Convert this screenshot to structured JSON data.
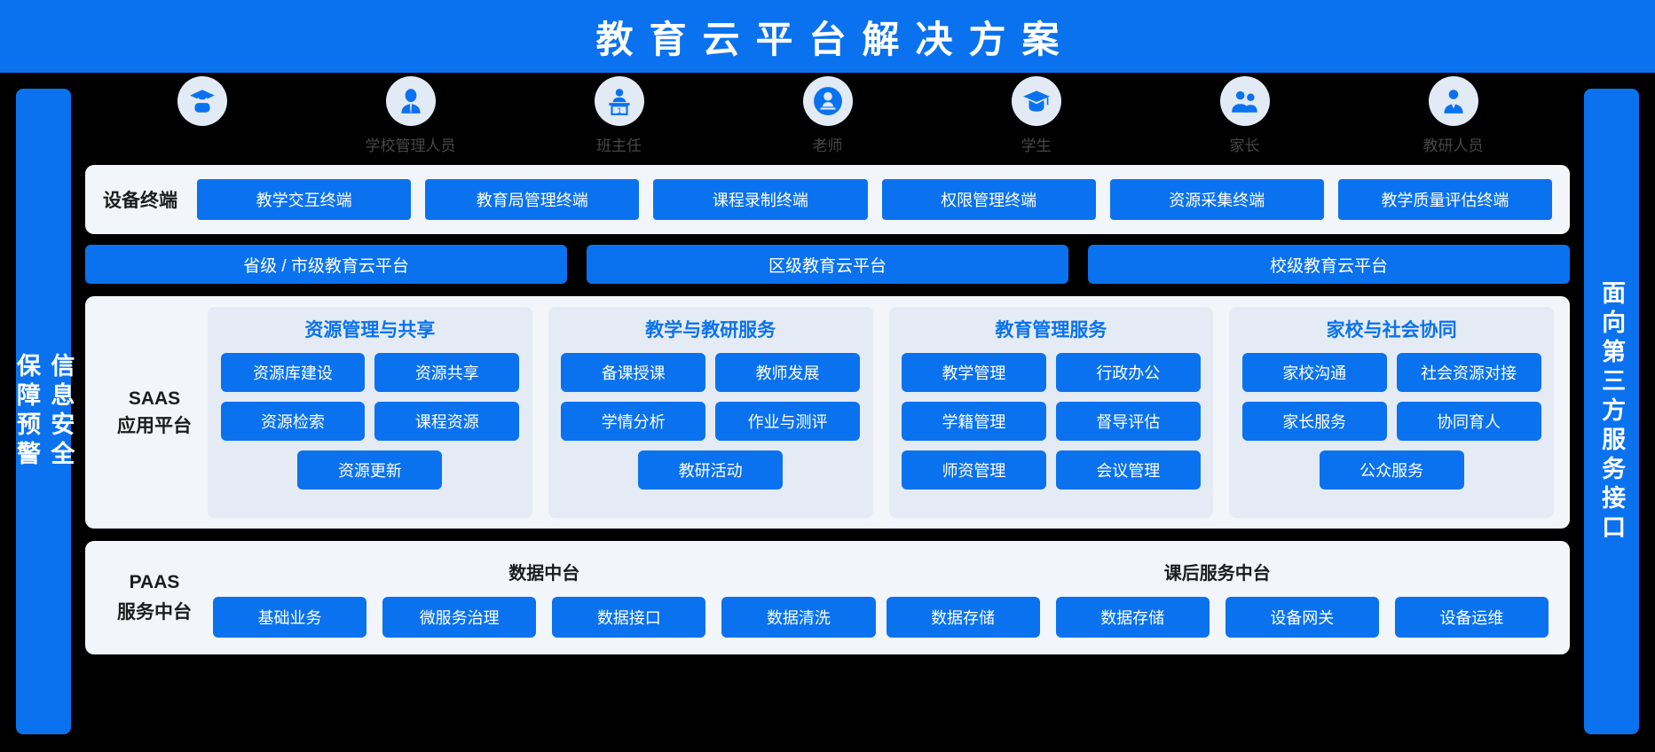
{
  "header": {
    "title": "教育云平台解决方案"
  },
  "sidebars": {
    "left": {
      "name": "信息安全保障预警",
      "text": "信息安全\n保障预警",
      "color": "#0a72ef"
    },
    "right": {
      "name": "面向第三方服务接口",
      "text": "面向第三方服务接口",
      "color": "#0a72ef"
    }
  },
  "roles": [
    {
      "label": "",
      "icon": "graduate-person-icon"
    },
    {
      "label": "学校管理人员",
      "icon": "manager-person-icon"
    },
    {
      "label": "班主任",
      "icon": "teacher-podium-icon"
    },
    {
      "label": "老师",
      "icon": "teacher-person-icon"
    },
    {
      "label": "学生",
      "icon": "graduation-cap-icon"
    },
    {
      "label": "家长",
      "icon": "parents-group-icon"
    },
    {
      "label": "教研人员",
      "icon": "researcher-person-icon"
    }
  ],
  "device_row": {
    "label": "设备终端",
    "items": [
      "教学交互终端",
      "教育局管理终端",
      "课程录制终端",
      "权限管理终端",
      "资源采集终端",
      "教学质量评估终端"
    ]
  },
  "platform_row": {
    "items": [
      "省级 / 市级教育云平台",
      "区级教育云平台",
      "校级教育云平台"
    ]
  },
  "saas": {
    "label": "SAAS\n应用平台",
    "groups": [
      {
        "title": "资源管理与共享",
        "items": [
          "资源库建设",
          "资源共享",
          "资源检索",
          "课程资源",
          "资源更新"
        ]
      },
      {
        "title": "教学与教研服务",
        "items": [
          "备课授课",
          "教师发展",
          "学情分析",
          "作业与测评",
          "教研活动"
        ]
      },
      {
        "title": "教育管理服务",
        "items": [
          "教学管理",
          "行政办公",
          "学籍管理",
          "督导评估",
          "师资管理",
          "会议管理"
        ]
      },
      {
        "title": "家校与社会协同",
        "items": [
          "家校沟通",
          "社会资源对接",
          "家长服务",
          "协同育人",
          "公众服务"
        ]
      }
    ]
  },
  "paas": {
    "label": "PAAS\n服务中台",
    "groups": [
      {
        "title": "数据中台",
        "items": [
          "基础业务",
          "微服务治理",
          "数据接口",
          "数据清洗"
        ]
      },
      {
        "title": "课后服务中台",
        "items": [
          "数据存储",
          "数据存储",
          "设备网关",
          "设备运维"
        ]
      }
    ]
  },
  "colors": {
    "brand_blue": "#0a72ef",
    "panel_bg": "#f2f5f9",
    "group_bg": "#e5ebf4",
    "background": "#000000",
    "icon_circle": "#e2eaf6"
  }
}
